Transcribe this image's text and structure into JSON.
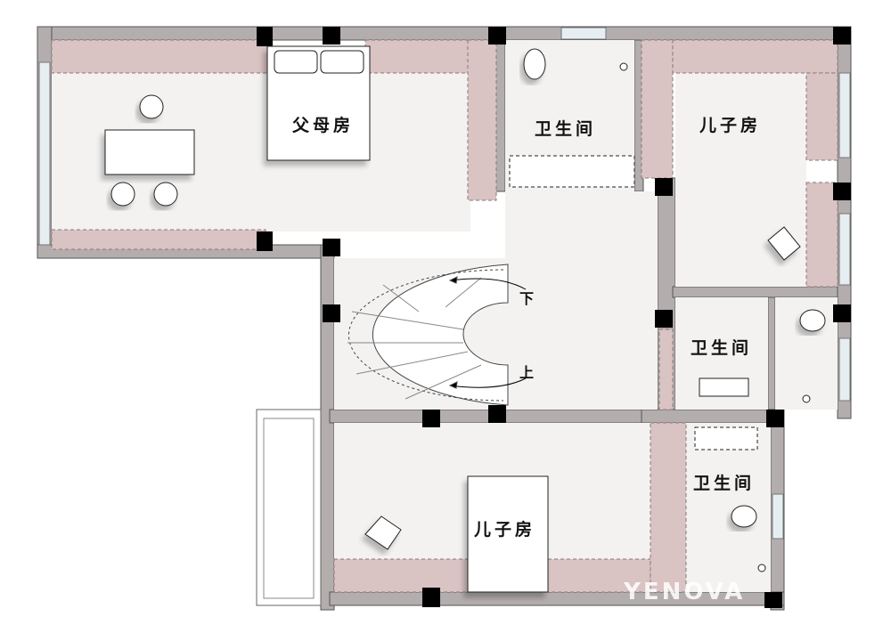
{
  "rooms": {
    "parents_room": "父母房",
    "bathroom_1": "卫生间",
    "son_room_1": "儿子房",
    "bathroom_2": "卫生间",
    "son_room_2": "儿子房",
    "bathroom_3": "卫生间"
  },
  "stairs": {
    "down": "下",
    "up": "上"
  },
  "watermark": "YENOVA",
  "colors": {
    "wall": "#b3adad",
    "closet": "#d9c3c3",
    "floor": "#f3f2f1",
    "column": "#000000"
  }
}
